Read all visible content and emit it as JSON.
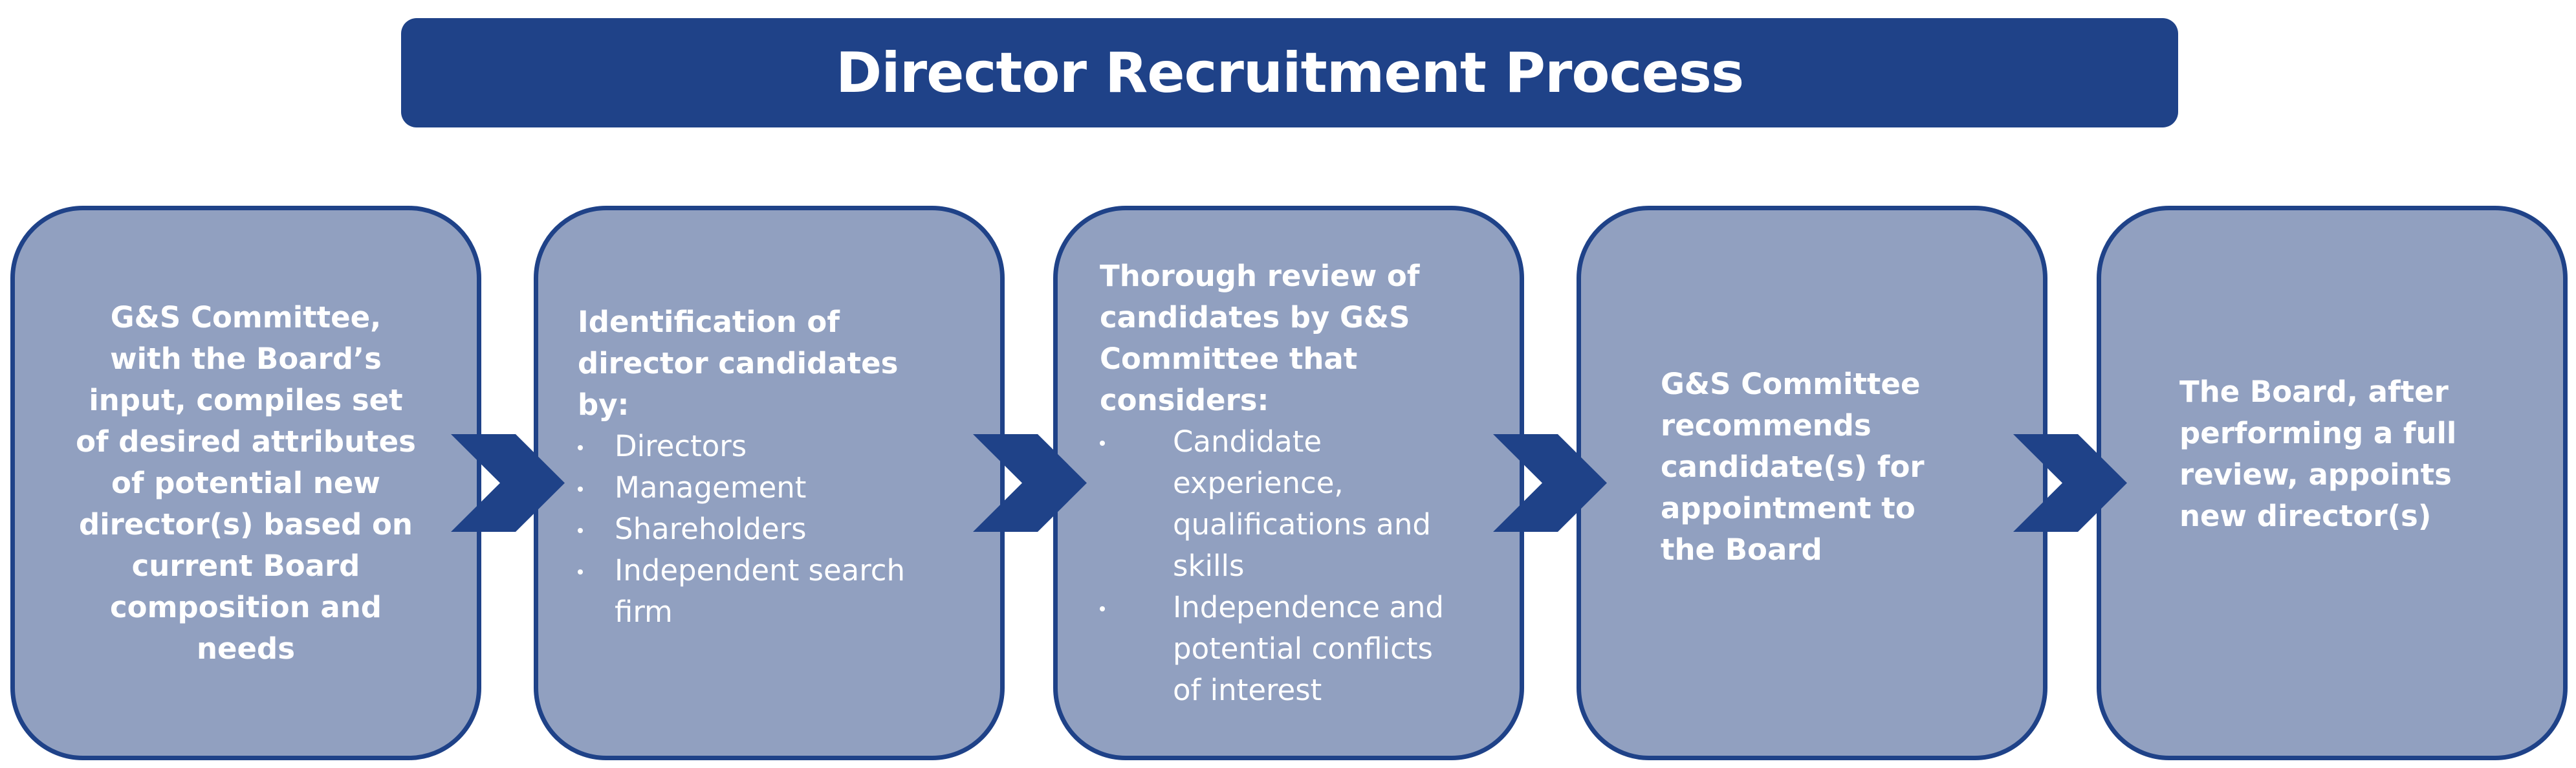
{
  "header": {
    "title": "Director Recruitment Process"
  },
  "colors": {
    "primary_blue": "#1f4288",
    "box_fill": "#91a0c0",
    "text": "#ffffff",
    "background": "#ffffff"
  },
  "steps": [
    {
      "lines": [
        "G&S Committee,",
        "with the Board’s",
        "input, compiles set",
        "of desired attributes",
        "of potential new",
        "director(s) based on",
        "current Board",
        "composition and",
        "needs"
      ]
    },
    {
      "heading_lines": [
        "Identification of",
        "director candidates",
        "by:"
      ],
      "bullets": [
        {
          "lines": [
            "Directors"
          ]
        },
        {
          "lines": [
            "Management"
          ]
        },
        {
          "lines": [
            "Shareholders"
          ]
        },
        {
          "lines": [
            "Independent search",
            "firm"
          ]
        }
      ]
    },
    {
      "heading_lines": [
        "Thorough review of",
        "candidates by G&S",
        "Committee that",
        "considers:"
      ],
      "bullets": [
        {
          "lines": [
            "Candidate",
            "experience,",
            "qualifications and",
            "skills"
          ]
        },
        {
          "lines": [
            "Independence and",
            "potential conflicts",
            "of interest"
          ]
        }
      ]
    },
    {
      "lines": [
        "G&S Committee",
        "recommends",
        "candidate(s) for",
        "appointment to",
        "the Board"
      ]
    },
    {
      "lines": [
        "The Board, after",
        "performing a full",
        "review, appoints",
        "new director(s)"
      ]
    }
  ],
  "connectors": [
    {
      "icon": "chevron-right-icon"
    },
    {
      "icon": "chevron-right-icon"
    },
    {
      "icon": "chevron-right-icon"
    },
    {
      "icon": "chevron-right-icon"
    }
  ]
}
